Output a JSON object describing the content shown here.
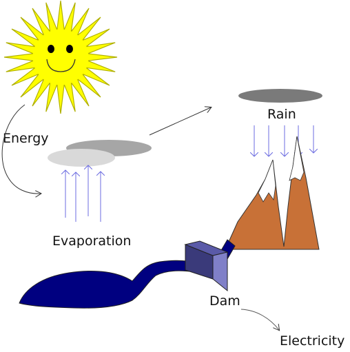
{
  "labels": {
    "energy": "Energy",
    "evaporation": "Evaporation",
    "rain": "Rain",
    "dam": "Dam",
    "electricity": "Electricity"
  },
  "colors": {
    "sun_fill": "#ffff00",
    "sun_stroke": "#b0b000",
    "cloud_dark": "#a6a6a6",
    "cloud_light": "#d9d9d9",
    "rain_cloud": "#7a7a7a",
    "arrow_blue": "#7d7dea",
    "mountain": "#c87137",
    "snow": "#ffffff",
    "water": "#000080",
    "dam_front": "#8080c8",
    "dam_side": "#3a3a7a",
    "line": "#333333"
  },
  "icons": {
    "sun": "sun-icon",
    "cloud": "cloud-icon",
    "mountain": "mountain-icon",
    "dam": "dam-icon",
    "lake": "lake-icon"
  }
}
